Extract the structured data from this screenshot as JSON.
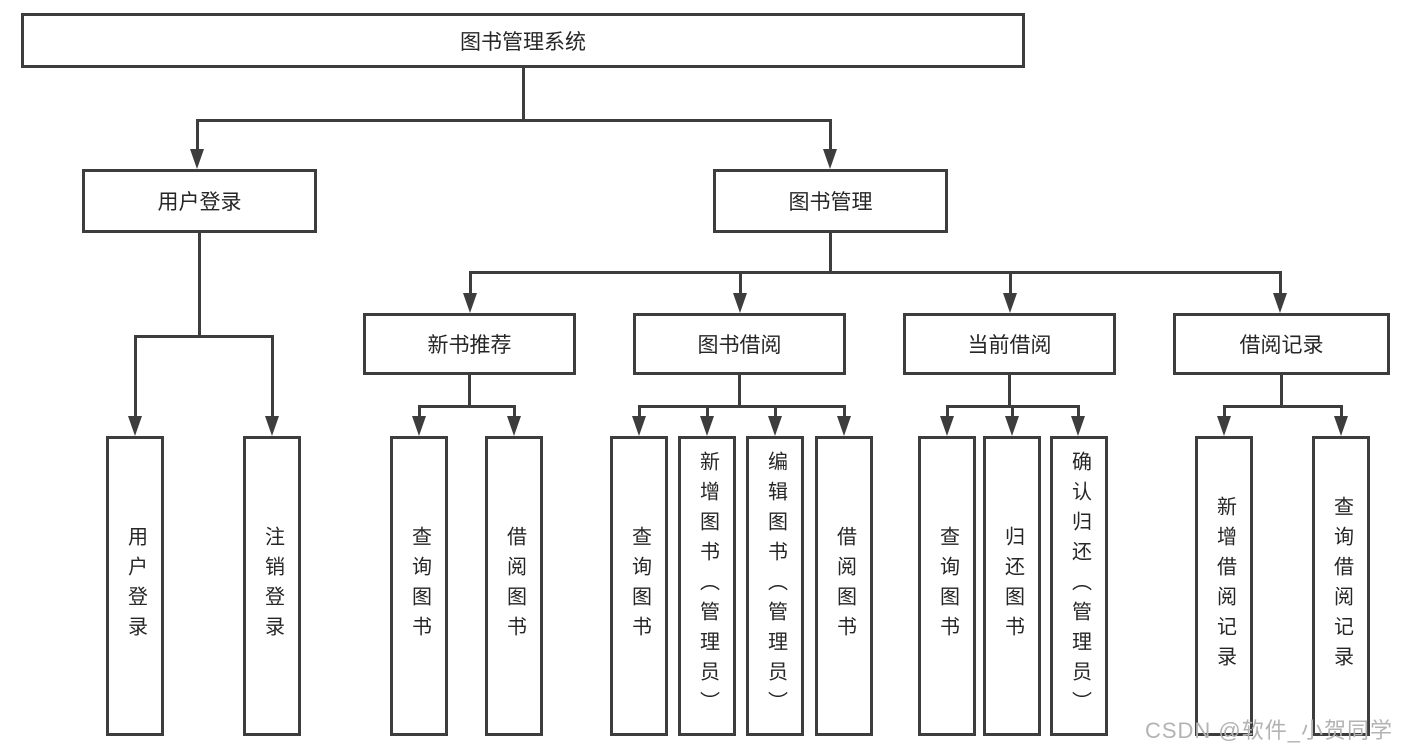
{
  "colors": {
    "line": "#3d3d3d",
    "text": "#262626",
    "node_fill": "#ffffff",
    "background": "#ffffff",
    "watermark": "#b3b3b3"
  },
  "diagram": {
    "root": {
      "label": "图书管理系统"
    },
    "branches": [
      {
        "label": "用户登录",
        "children": [
          {
            "label": "用户登录"
          },
          {
            "label": "注销登录"
          }
        ]
      },
      {
        "label": "图书管理",
        "children": [
          {
            "label": "新书推荐",
            "children": [
              {
                "label": "查询图书"
              },
              {
                "label": "借阅图书"
              }
            ]
          },
          {
            "label": "图书借阅",
            "children": [
              {
                "label": "查询图书"
              },
              {
                "label": "新增图书（管理员）"
              },
              {
                "label": "编辑图书（管理员）"
              },
              {
                "label": "借阅图书"
              }
            ]
          },
          {
            "label": "当前借阅",
            "children": [
              {
                "label": "查询图书"
              },
              {
                "label": "归还图书"
              },
              {
                "label": "确认归还（管理员）"
              }
            ]
          },
          {
            "label": "借阅记录",
            "children": [
              {
                "label": "新增借阅记录"
              },
              {
                "label": "查询借阅记录"
              }
            ]
          }
        ]
      }
    ]
  },
  "watermark": {
    "text": "CSDN @软件_小贺同学"
  }
}
